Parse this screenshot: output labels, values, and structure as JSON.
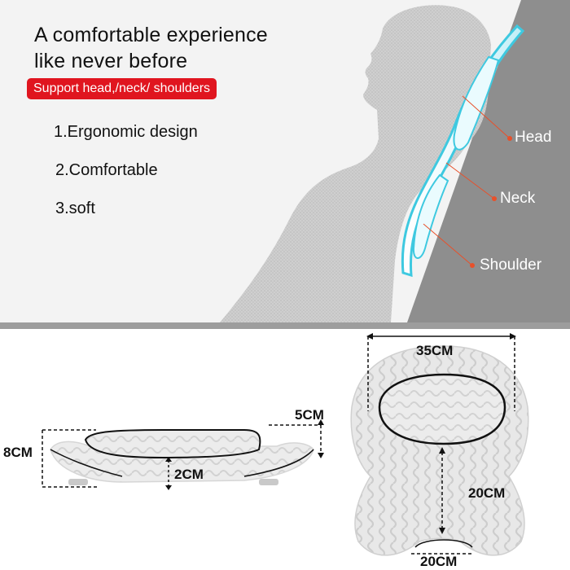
{
  "headline": {
    "line1": "A comfortable experience",
    "line2": "like never before"
  },
  "badge": "Support head,/neck/ shoulders",
  "features": [
    "1.Ergonomic design",
    "2.Comfortable",
    "3.soft"
  ],
  "callouts": {
    "head": "Head",
    "neck": "Neck",
    "shoulder": "Shoulder"
  },
  "dimensions": {
    "height_left": "8CM",
    "side_thickness": "5CM",
    "inner_thickness": "2CM",
    "width_top": "35CM",
    "front_height": "20CM",
    "bottom_width": "20CM"
  },
  "colors": {
    "badge": "#e0151f",
    "accent_dot": "#e8502a",
    "pillow_cyan": "#3ec9e0",
    "backrest_gray": "#8e8e8e",
    "panel_bg": "#f2f2f2"
  }
}
